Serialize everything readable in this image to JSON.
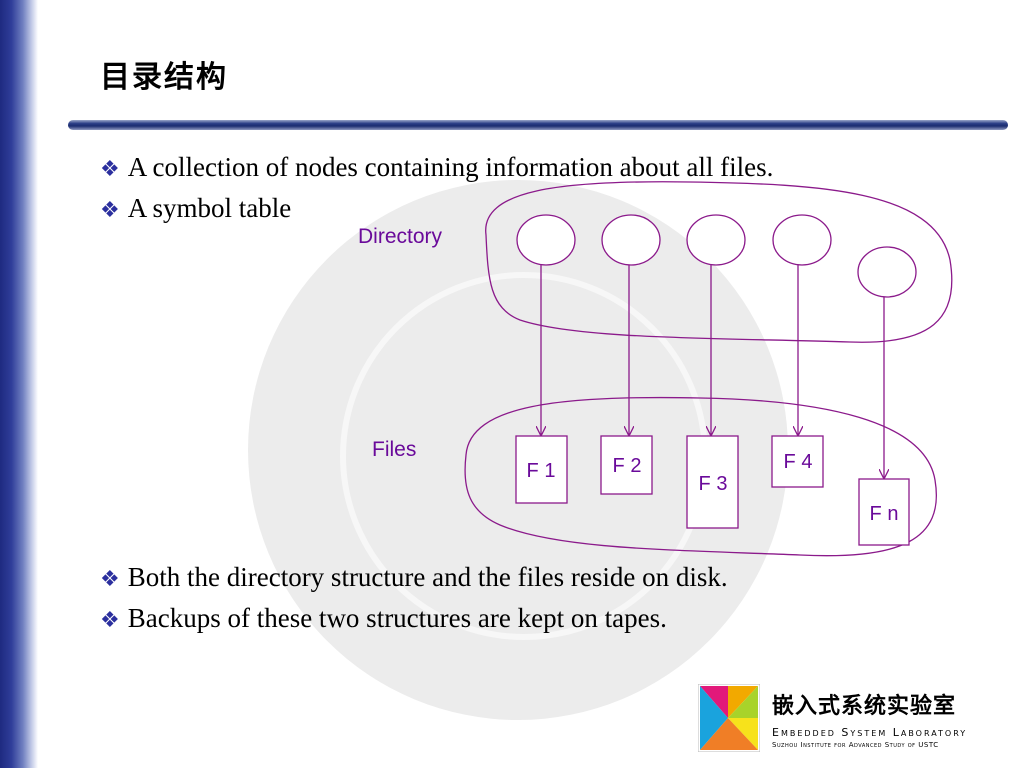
{
  "slide": {
    "title": "目录结构",
    "bullets": [
      "A collection of nodes containing information about all files.",
      "A symbol table",
      "Both the directory structure and the files reside on disk.",
      "Backups of these two structures are kept on tapes."
    ],
    "bullet_icon": "diamond-bullet-icon"
  },
  "diagram": {
    "directory_label": "Directory",
    "files_label": "Files",
    "files": [
      "F 1",
      "F 2",
      "F 3",
      "F 4",
      "F n"
    ],
    "colors": {
      "outline": "#8b1a8b",
      "label": "#6a0a9a",
      "box": "#8b1a8b"
    }
  },
  "logo": {
    "chinese": "嵌入式系统实验室",
    "english": "Embedded System Laboratory",
    "subtitle": "Suzhou Institute for Advanced Study of USTC"
  }
}
